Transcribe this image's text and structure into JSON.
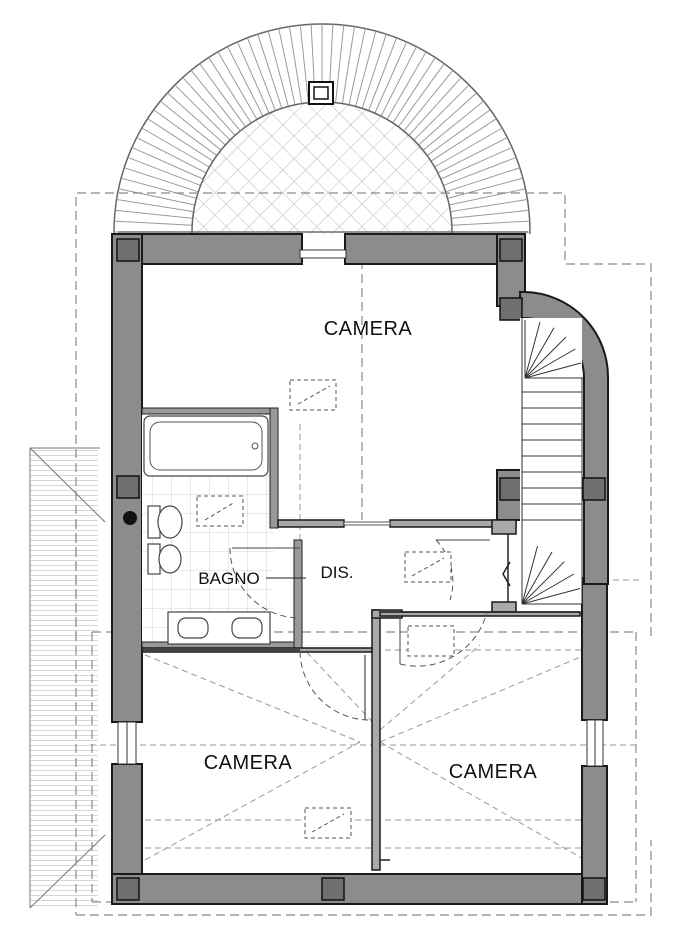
{
  "rooms": {
    "camera_top": "CAMERA",
    "bagno": "BAGNO",
    "dis": "DIS.",
    "camera_bottom_left": "CAMERA",
    "camera_bottom_right": "CAMERA"
  }
}
